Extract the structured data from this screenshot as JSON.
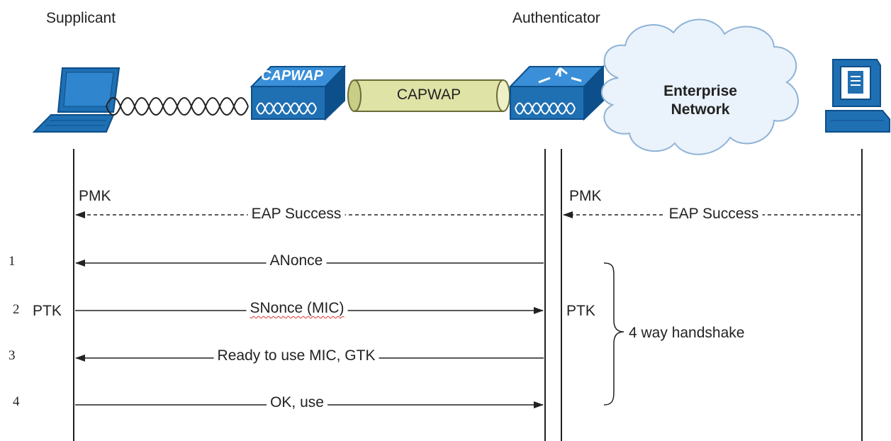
{
  "roles": {
    "supplicant": "Supplicant",
    "authenticator": "Authenticator"
  },
  "devices": {
    "ap_label": "CAPWAP",
    "tunnel_label": "CAPWAP",
    "cloud_line1": "Enterprise",
    "cloud_line2": "Network"
  },
  "keys": {
    "pmk_left": "PMK",
    "pmk_right": "PMK",
    "ptk_left": "PTK",
    "ptk_right": "PTK"
  },
  "messages": {
    "eap_success_left": "EAP Success",
    "eap_success_right": "EAP Success",
    "m1": "ANonce",
    "m2": "SNonce (MIC)",
    "m3": "Ready to use MIC, GTK",
    "m4": "OK, use"
  },
  "steps": [
    "1",
    "2",
    "3",
    "4"
  ],
  "handshake_label": "4 way handshake",
  "colors": {
    "device_blue": "#1f6fb3",
    "device_dark": "#0d4f8a",
    "tube": "#dfe3a6",
    "cloud_fill": "#eaf2fb",
    "cloud_stroke": "#8fb3d6"
  }
}
